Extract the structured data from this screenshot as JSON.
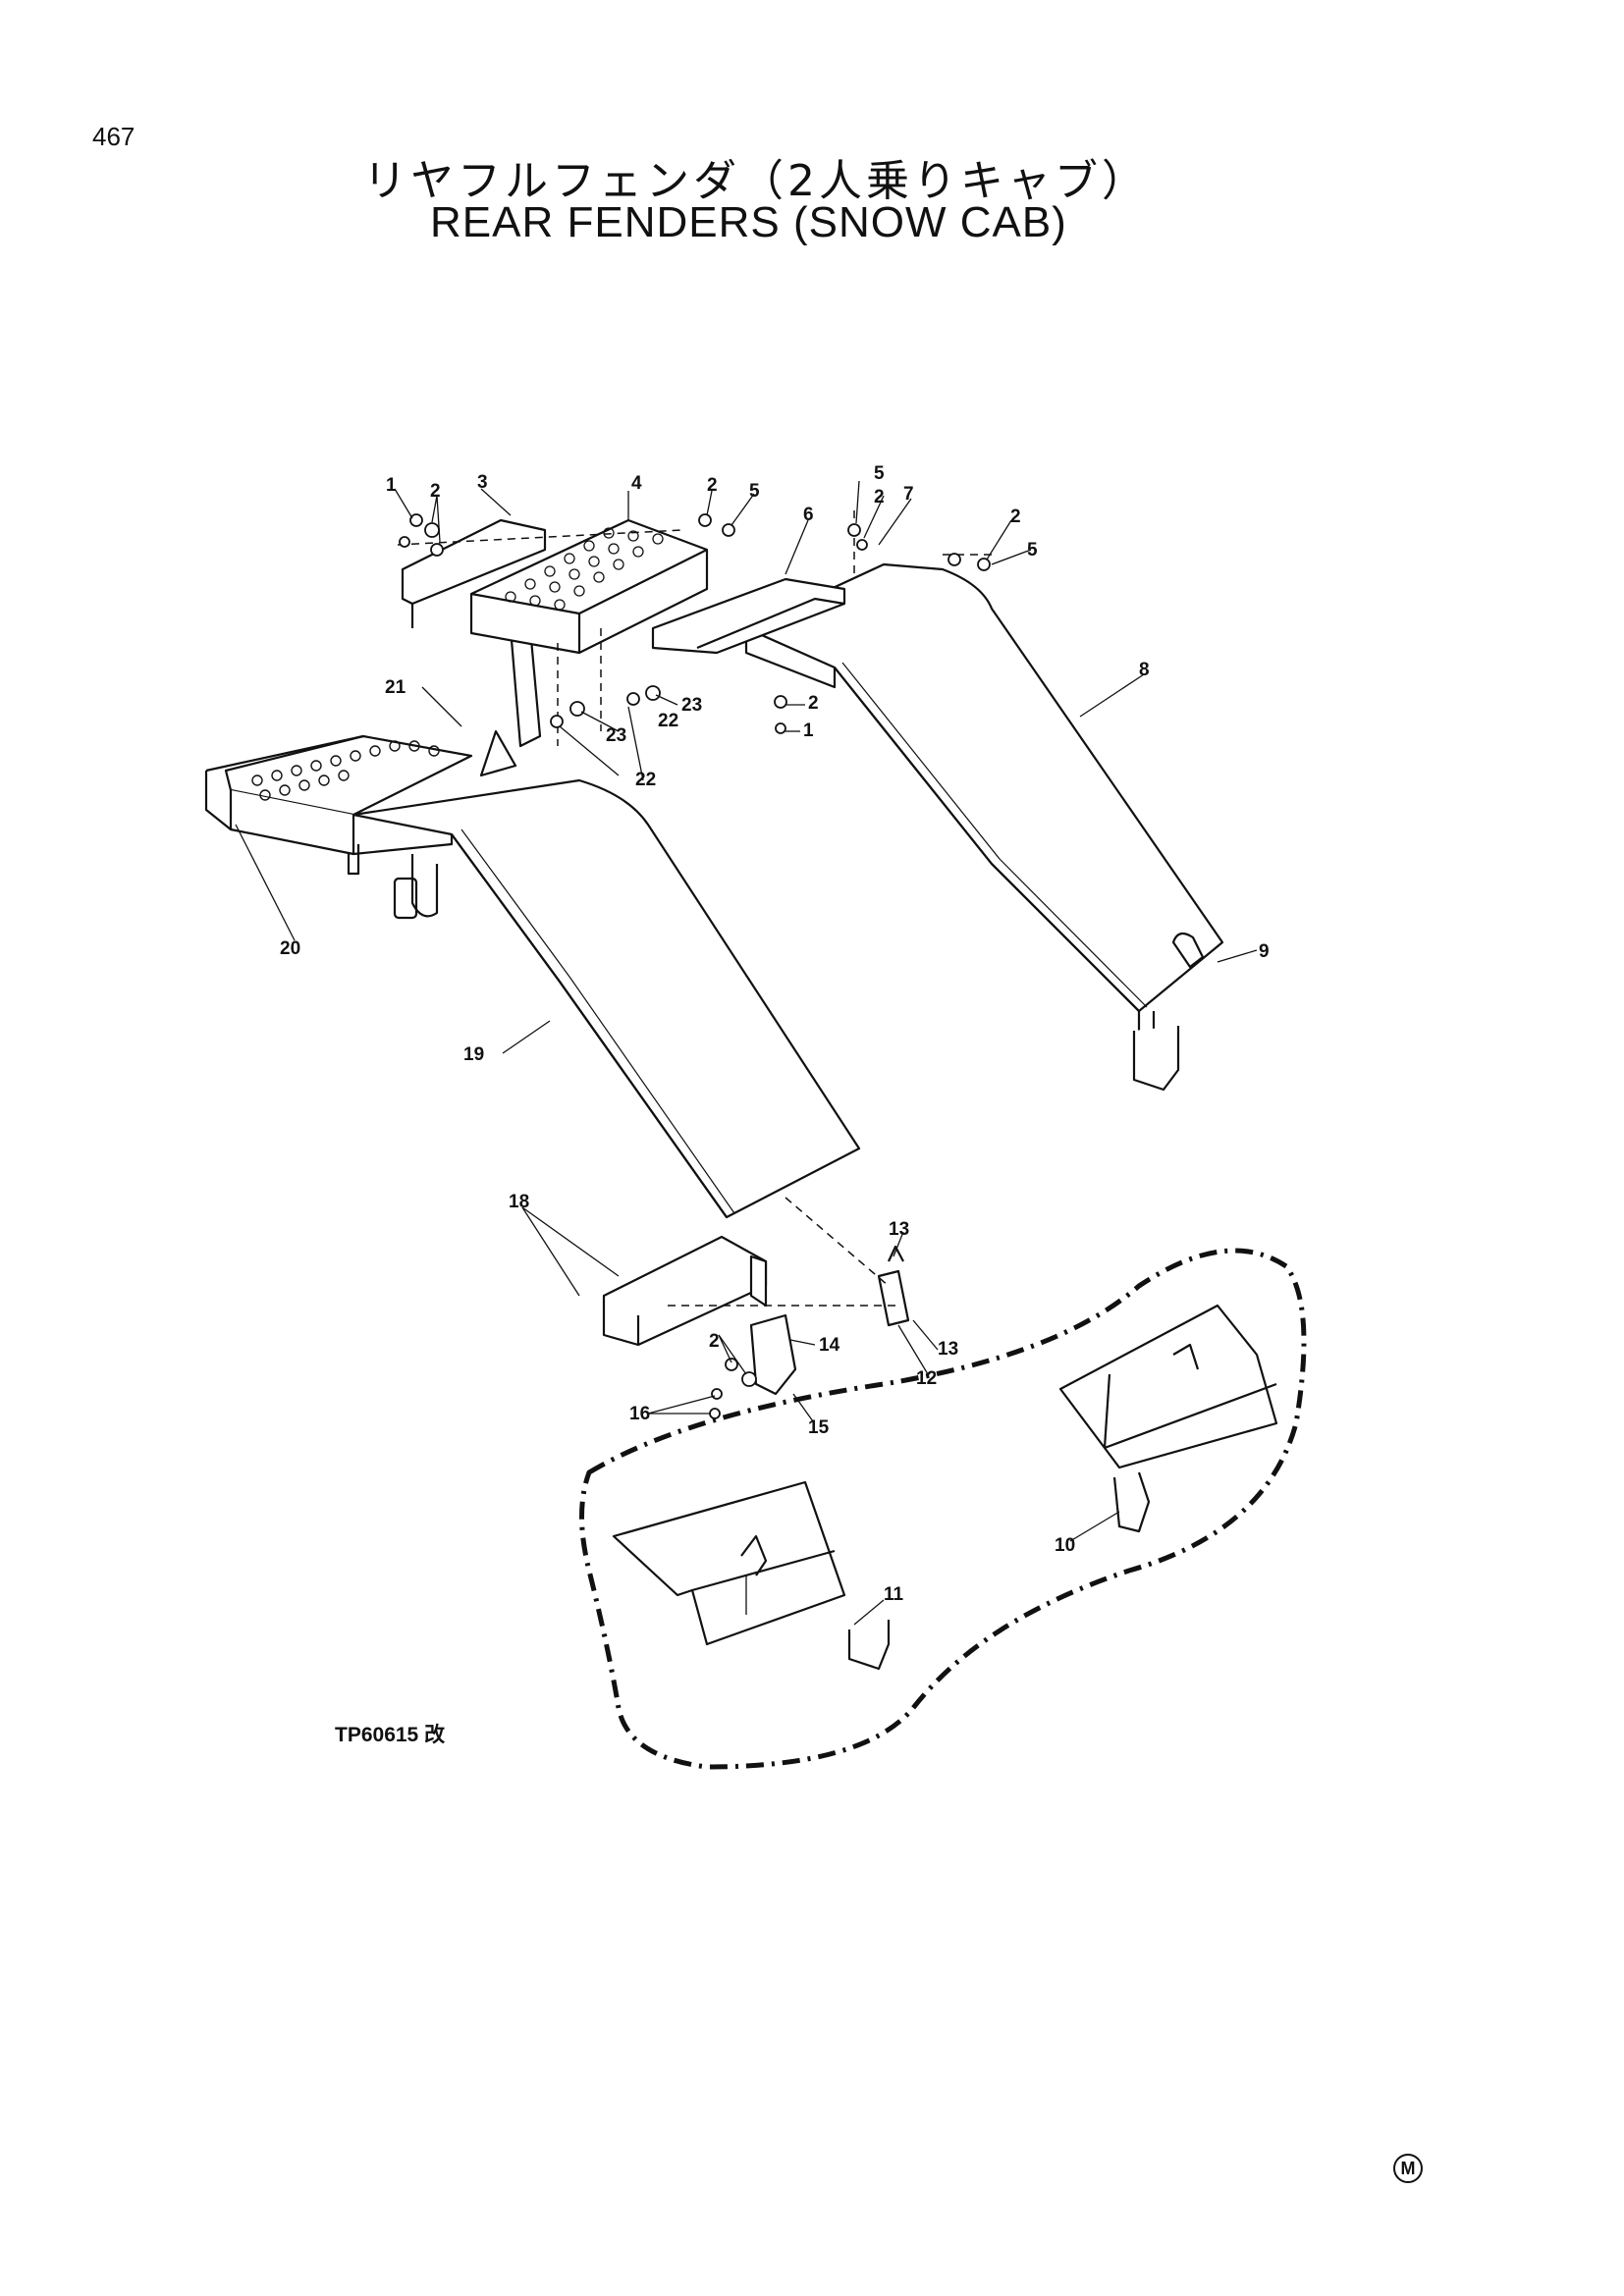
{
  "page_number": "467",
  "title_jp": "リヤフルフェンダ（2人乗りキャブ）",
  "title_en": "REAR FENDERS (SNOW CAB)",
  "drawing_code": "TP60615 改",
  "corner_mark": "M",
  "callouts": {
    "c1a": "1",
    "c2a": "2",
    "c3": "3",
    "c4": "4",
    "c2b": "2",
    "c5a": "5",
    "c6": "6",
    "c5b": "5",
    "c2c": "2",
    "c7": "7",
    "c2d": "2",
    "c5c": "5",
    "c8": "8",
    "c2e": "2",
    "c1b": "1",
    "c21": "21",
    "c23a": "23",
    "c22a": "22",
    "c23b": "23",
    "c22b": "22",
    "c20": "20",
    "c19": "19",
    "c9": "9",
    "c18": "18",
    "c13a": "13",
    "c13b": "13",
    "c12": "12",
    "c14": "14",
    "c2f": "2",
    "c15": "15",
    "c16": "16",
    "c10": "10",
    "c11": "11"
  }
}
